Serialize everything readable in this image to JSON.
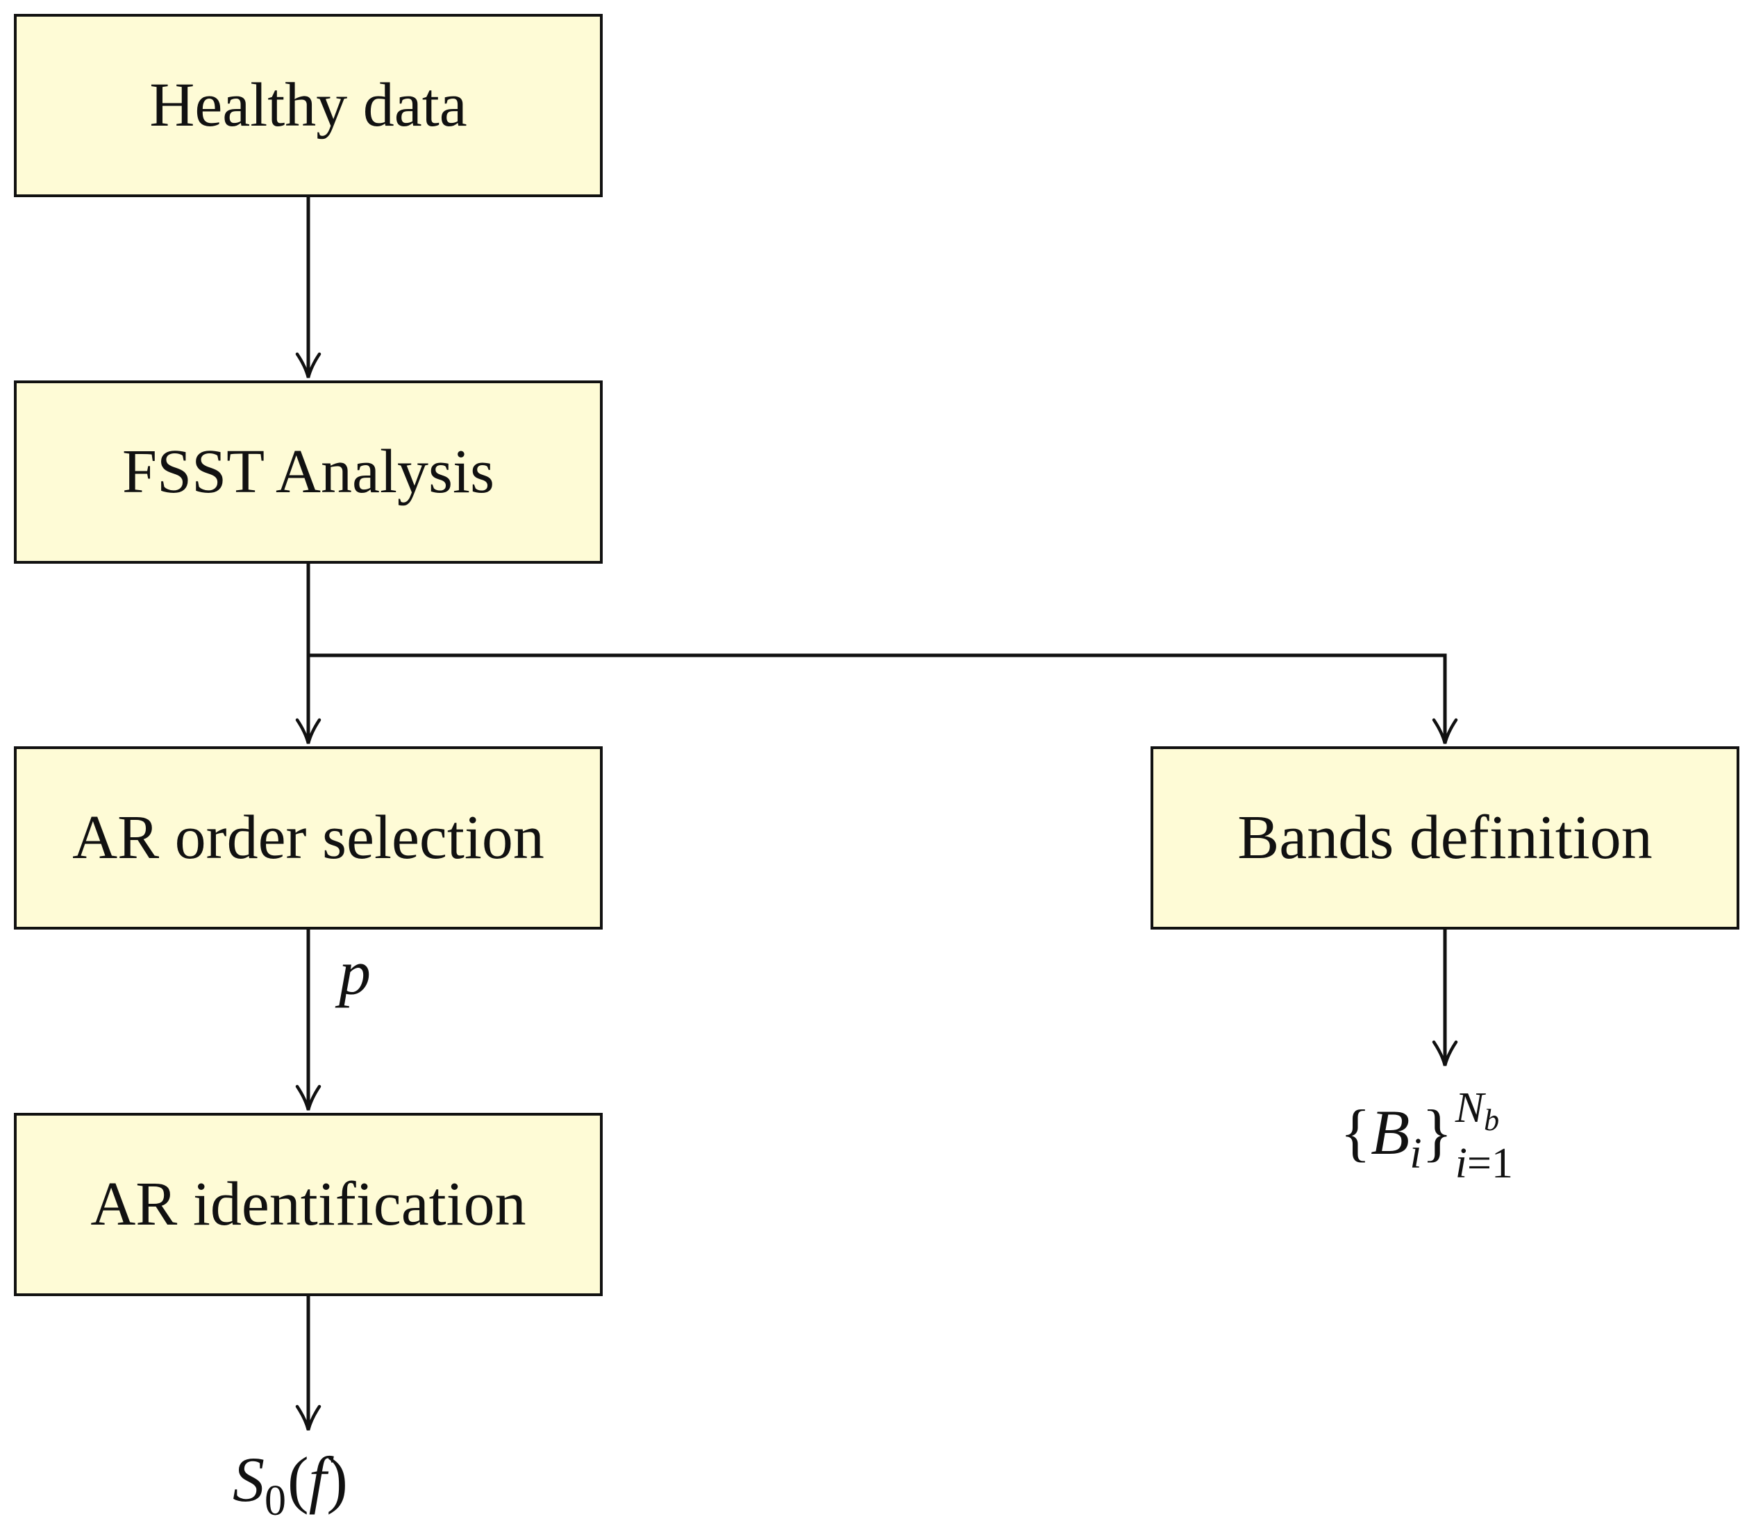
{
  "boxes": {
    "healthy_data": "Healthy data",
    "fsst_analysis": "FSST Analysis",
    "ar_order_selection": "AR order selection",
    "ar_identification": "AR identification",
    "bands_definition": "Bands definition"
  },
  "edge_labels": {
    "order": "p"
  },
  "outputs": {
    "spectrum": {
      "symbol": "S",
      "subscript": "0",
      "open": "(",
      "argument": "f",
      "close": ")"
    },
    "bands": {
      "open_brace": "{",
      "symbol": "B",
      "subscript": "i",
      "close_brace": "}",
      "upper_limit": "N",
      "upper_limit_subscript": "b",
      "lower_limit_index": "i",
      "lower_limit_equals": "=",
      "lower_limit_value": "1"
    }
  },
  "colors": {
    "box_fill": "#fefbd6",
    "stroke": "#111111",
    "background": "#ffffff"
  }
}
